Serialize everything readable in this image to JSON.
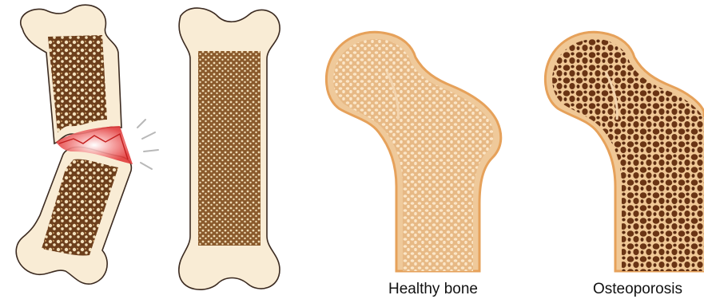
{
  "figure": {
    "labels": {
      "healthy": "Healthy bone",
      "osteoporosis": "Osteoporosis"
    },
    "colors": {
      "bone_shell": "#f9ecd5",
      "bone_outline": "#3b2a20",
      "marrow_dark": "#7a4a22",
      "marrow_light": "#e8cfa0",
      "fracture_red": "#e23b3b",
      "femur_fill": "#efc99a",
      "femur_outline": "#e6a15a",
      "femur_pores_healthy": "#f8e2c4",
      "osteo_fill": "#6a3414",
      "osteo_pores": "#f0c99a"
    },
    "icons": {
      "fractured_bone": "fractured-long-bone-illustration",
      "intact_bone": "intact-long-bone-illustration",
      "healthy_femur": "healthy-femur-cross-section",
      "osteo_femur": "osteoporotic-femur-cross-section"
    }
  }
}
